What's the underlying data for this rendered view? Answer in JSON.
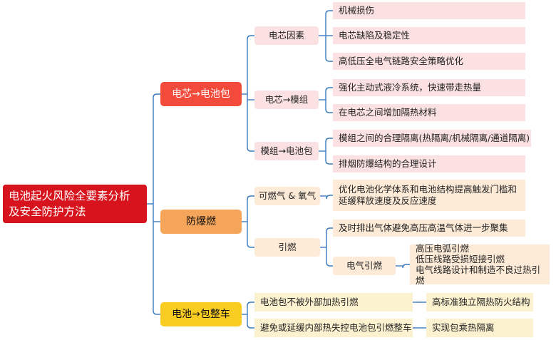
{
  "root": {
    "line1": "电池起火风险全要素分析",
    "line2": "及安全防护方法"
  },
  "branches": {
    "cell_to_pack": "电芯→电池包",
    "explosion_proof": "防爆燃",
    "pack_to_vehicle": "电池→包整车"
  },
  "cell_to_pack": {
    "cell_factors": {
      "label": "电芯因素",
      "items": [
        "机械损伤",
        "电芯缺陷及稳定性",
        "高低压全电气链路安全策略优化"
      ]
    },
    "cell_to_module": {
      "label": "电芯→模组",
      "items": [
        "强化主动式液冷系统，快速带走热量",
        "在电芯之间增加隔热材料"
      ]
    },
    "module_to_pack": {
      "label": "模组→电池包",
      "items": [
        "模组之间的合理隔离(热隔离/机械隔离/通道隔离)",
        "排烟防爆结构的合理设计"
      ]
    }
  },
  "explosion_proof": {
    "flammable_gas": {
      "label": "可燃气 & 氧气",
      "items": [
        "优化电池化学体系和电池结构提高触发门槛和延缓释放速度及反应速度"
      ]
    },
    "ignition": {
      "label": "引燃",
      "items": [
        "及时排出气体避免高压高温气体进一步聚集"
      ],
      "electrical": {
        "label": "电气引燃",
        "items": [
          "高压电弧引燃",
          "低压线路受损短接引燃",
          "电气线路设计和制造不良过热引燃"
        ]
      }
    }
  },
  "pack_to_vehicle": {
    "items": [
      {
        "label": "电池包不被外部加热引燃",
        "sub": "高标准独立隔热防火结构"
      },
      {
        "label": "避免或延缓内部热失控电池包引燃整车",
        "sub": "实现包乘热隔离"
      }
    ]
  },
  "colors": {
    "line": "#3a7bbf",
    "root": "#d7141d",
    "red": "#f24a3b",
    "orange": "#f5a55a",
    "yellow": "#f9cc22",
    "pink": "#fbe1e1",
    "peach": "#fdebd8",
    "cream": "#fdf2d0"
  }
}
